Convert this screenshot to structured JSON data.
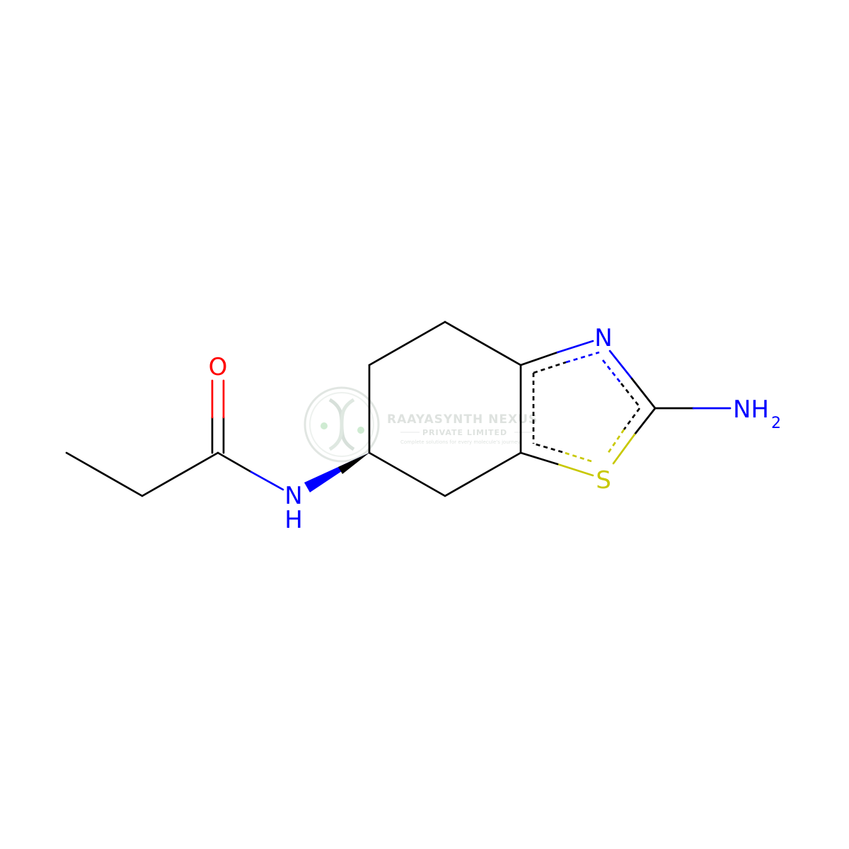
{
  "colors": {
    "bond": "#000000",
    "nitrogen": "#0000ff",
    "oxygen": "#ff0000",
    "sulfur": "#c8c800",
    "watermark": "#c9d2cc"
  },
  "atoms": {
    "oxygen": "O",
    "amide_n": "N",
    "amide_h": "H",
    "ring_n": "N",
    "ring_s": "S",
    "amine_n": "NH",
    "amine_sub": "2"
  },
  "watermark": {
    "title": "RAAYASYNTH NEXUS",
    "subtitle": "PRIVATE LIMITED",
    "tagline": "Complete solutions for every molecule's journey",
    "logo": "dna-helix-logo"
  }
}
